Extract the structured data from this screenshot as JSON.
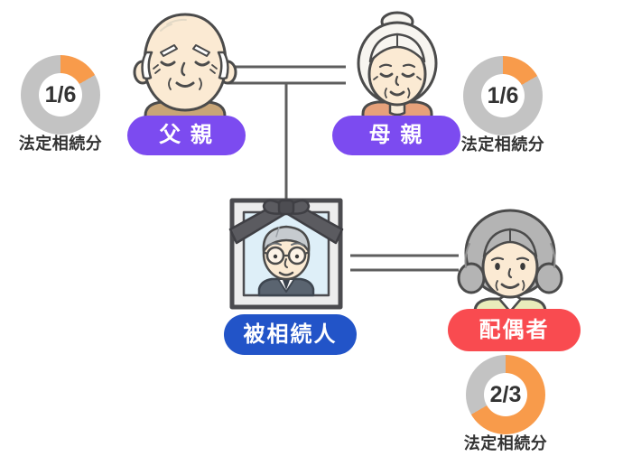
{
  "palette": {
    "parent_label_bg": "#7C4BF0",
    "decedent_label_bg": "#2254C8",
    "spouse_label_bg": "#F94B50",
    "donut_fill": "#F89B4B",
    "donut_rest": "#C3C3C3",
    "text_dark": "#333333",
    "connector_line": "#5E5E5E"
  },
  "people": {
    "father": {
      "role_label": "父 親",
      "share": {
        "value": "1/6",
        "fraction": 0.1667,
        "caption": "法定相続分"
      }
    },
    "mother": {
      "role_label": "母 親",
      "share": {
        "value": "1/6",
        "fraction": 0.1667,
        "caption": "法定相続分"
      }
    },
    "decedent": {
      "role_label": "被相続人"
    },
    "spouse": {
      "role_label": "配偶者",
      "share": {
        "value": "2/3",
        "fraction": 0.6667,
        "caption": "法定相続分"
      }
    }
  }
}
